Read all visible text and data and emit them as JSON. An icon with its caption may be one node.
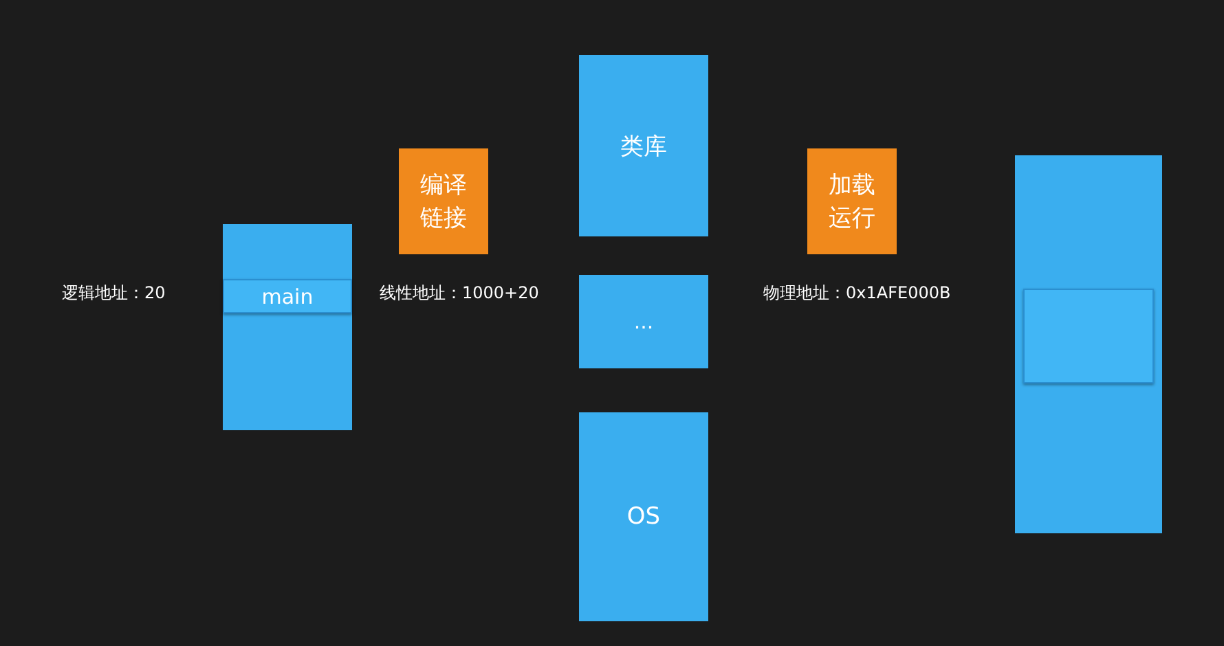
{
  "diagram": {
    "nodes": [
      {
        "text": [],
        "shape": "box"
      },
      {
        "text": [
          "main"
        ],
        "in": 0
      },
      {
        "text": [
          "编译链接"
        ]
      },
      {
        "text": [
          "类库"
        ]
      },
      {
        "text": [
          "..."
        ]
      },
      {
        "text": [
          "OS"
        ]
      },
      {
        "text": [
          "加载运行"
        ]
      },
      {
        "text": [],
        "shape": "box"
      },
      {
        "text": [],
        "shape": "box",
        "in": 7
      }
    ],
    "edges": [],
    "labels": [
      "逻辑地址：20",
      "线性地址：1000+20",
      "物理地址：0x1AFE000B"
    ]
  }
}
